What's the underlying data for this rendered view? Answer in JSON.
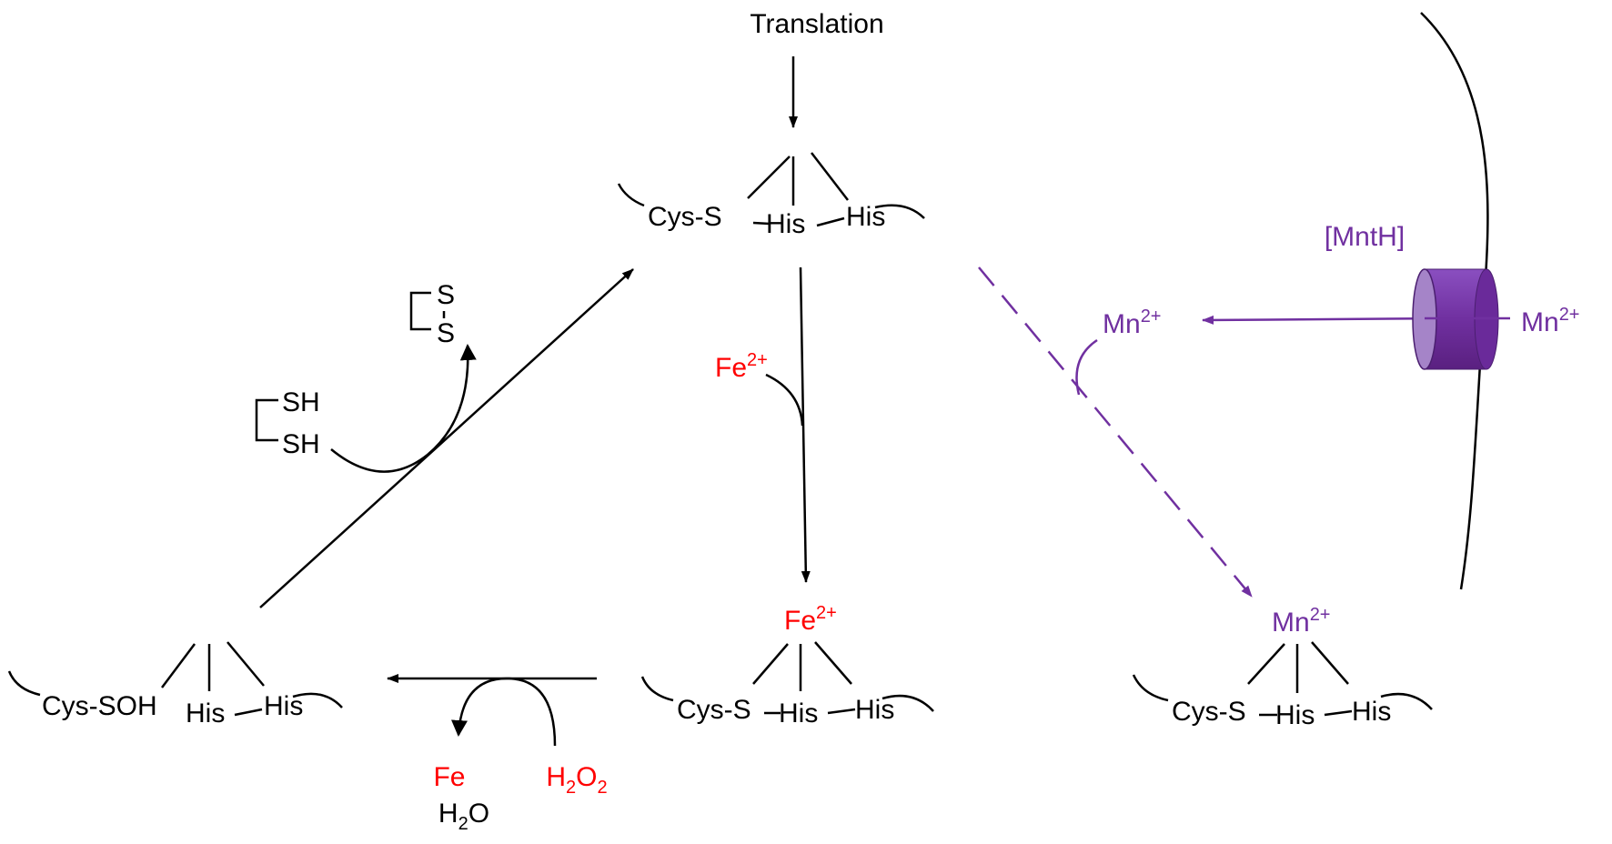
{
  "colors": {
    "black": "#000000",
    "iron": "#ff0000",
    "manganese": "#7030a0"
  },
  "translation": "Translation",
  "center_top": {
    "cys": "Cys-S",
    "his1": "His",
    "his2": "His"
  },
  "fe_bound": {
    "metal": "Fe",
    "charge": "2+",
    "cys": "Cys-S",
    "his1": "His",
    "his2": "His"
  },
  "mn_bound": {
    "metal": "Mn",
    "charge": "2+",
    "cys": "Cys-S",
    "his1": "His",
    "his2": "His"
  },
  "oxidized": {
    "cys": "Cys-SOH",
    "his1": "His",
    "his2": "His"
  },
  "fe_in": {
    "metal": "Fe",
    "charge": "2+"
  },
  "products": {
    "fe": "Fe",
    "water_h": "H",
    "water_sub": "2",
    "water_o": "O"
  },
  "peroxide": {
    "h": "H",
    "sub1": "2",
    "o": "O",
    "sub2": "2"
  },
  "dithiol": {
    "sh1": "SH",
    "sh2": "SH"
  },
  "disulfide": {
    "s1": "S",
    "s2": "S"
  },
  "transporter": {
    "label": "[MntH]"
  },
  "mn_inside": {
    "metal": "Mn",
    "charge": "2+"
  },
  "mn_outside": {
    "metal": "Mn",
    "charge": "2+"
  }
}
